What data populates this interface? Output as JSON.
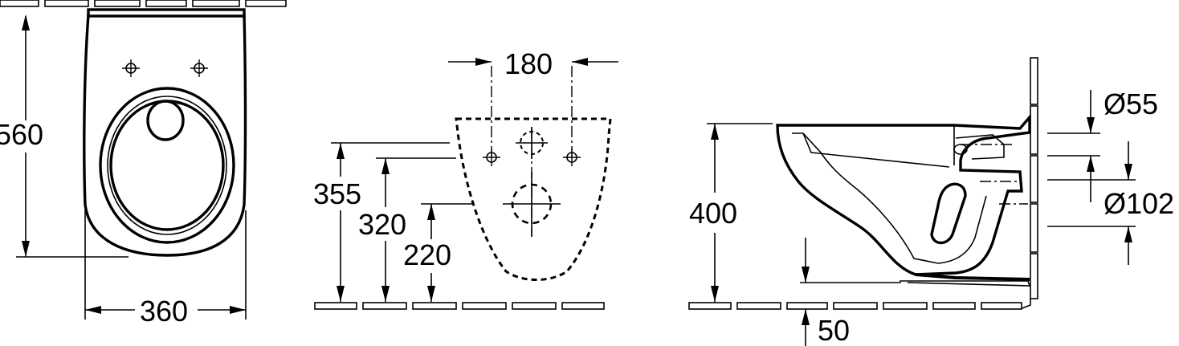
{
  "front_view": {
    "height": "560",
    "width": "360"
  },
  "rear_view": {
    "fixing_distance": "180",
    "height_1": "355",
    "height_2": "320",
    "height_3": "220"
  },
  "side_view": {
    "height": "400",
    "offset": "50",
    "inlet_diameter": "Ø55",
    "outlet_diameter": "Ø102"
  }
}
